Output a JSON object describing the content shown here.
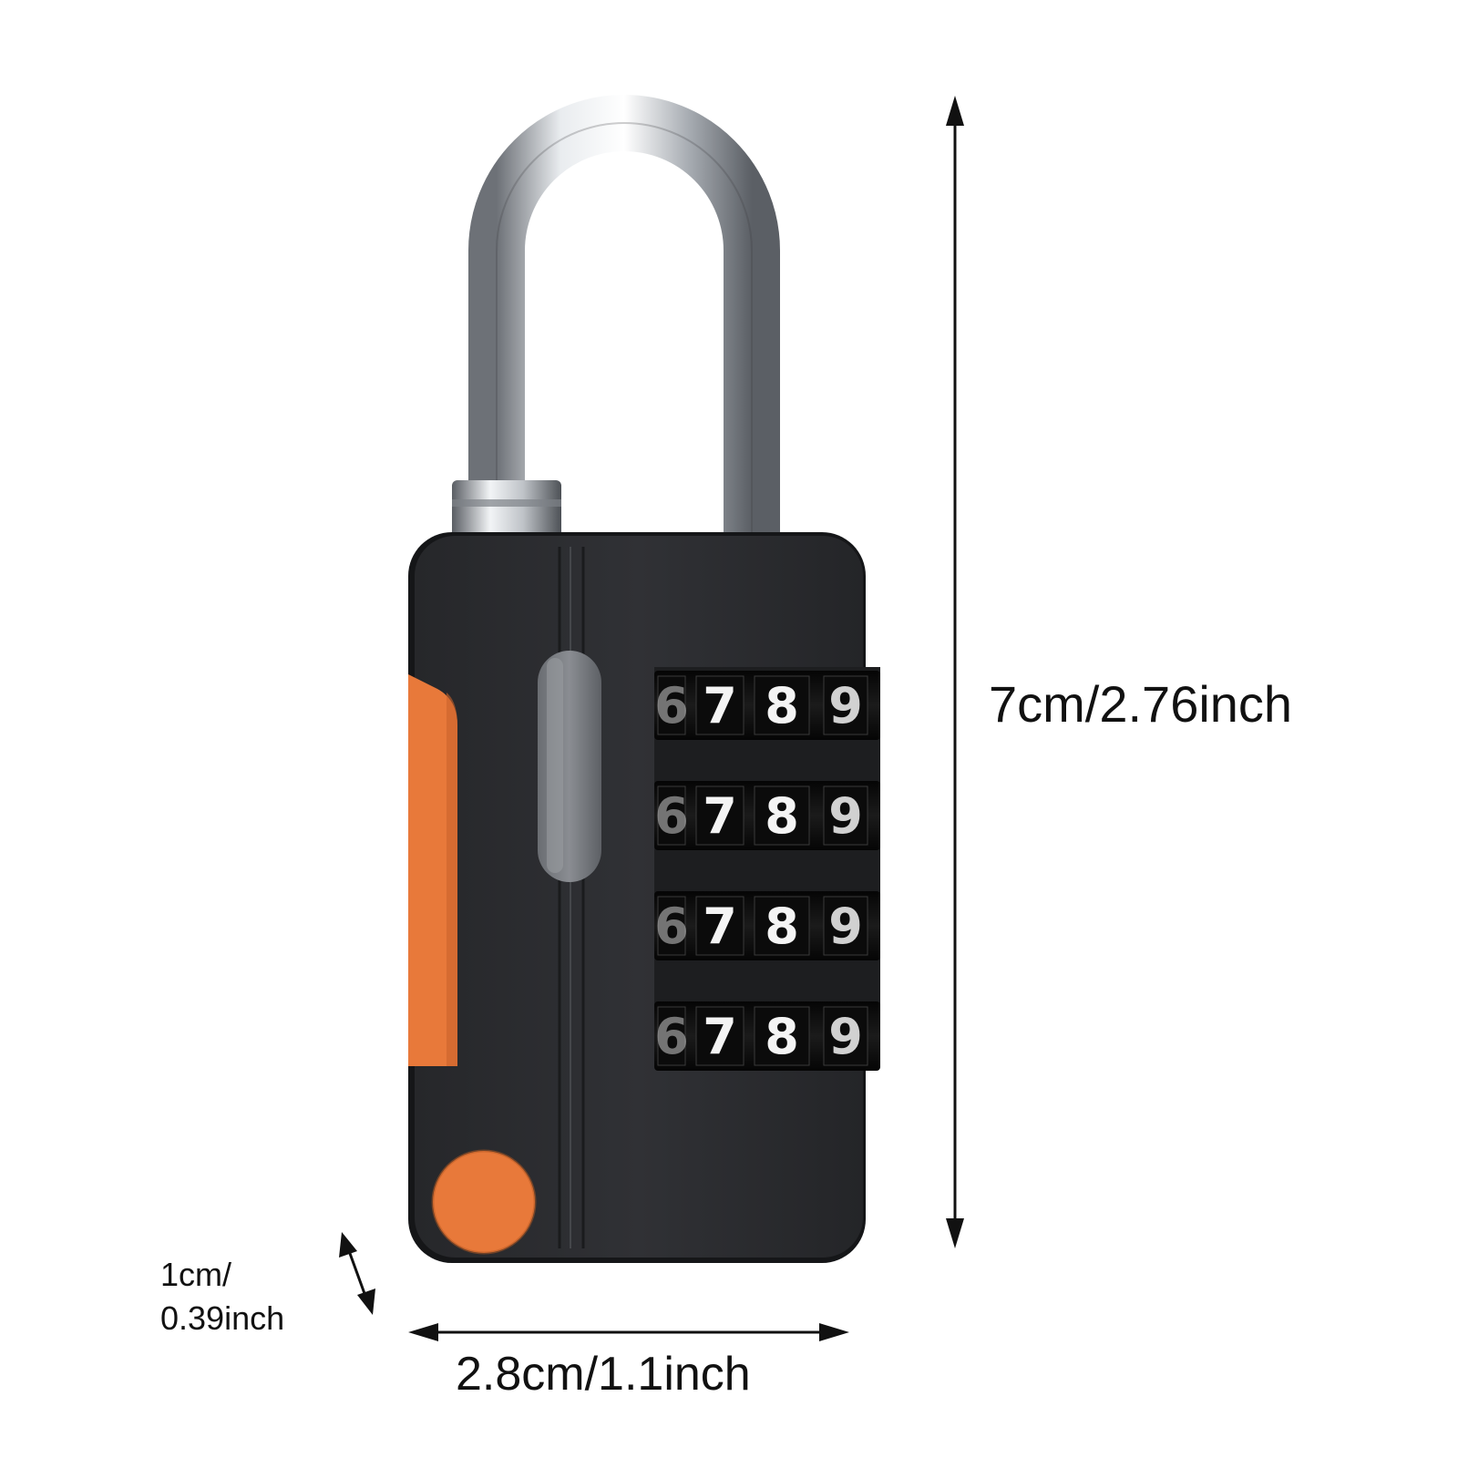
{
  "product": {
    "name": "combination padlock",
    "body_color": "#2b2c2e",
    "accent_color": "#e8793a",
    "shackle_color": "#b8bcc2"
  },
  "dials": [
    {
      "digits": [
        "6",
        "7",
        "8",
        "9"
      ]
    },
    {
      "digits": [
        "6",
        "7",
        "8",
        "9"
      ]
    },
    {
      "digits": [
        "6",
        "7",
        "8",
        "9"
      ]
    },
    {
      "digits": [
        "6",
        "7",
        "8",
        "9"
      ]
    }
  ],
  "dimensions": {
    "height": "7cm/2.76inch",
    "width": "2.8cm/1.1inch",
    "depth_line1": "1cm/",
    "depth_line2": "0.39inch"
  },
  "icons": {
    "height_arrow": "double-arrow-vertical-icon",
    "width_arrow": "double-arrow-horizontal-icon",
    "depth_arrow": "double-arrow-diagonal-icon"
  }
}
